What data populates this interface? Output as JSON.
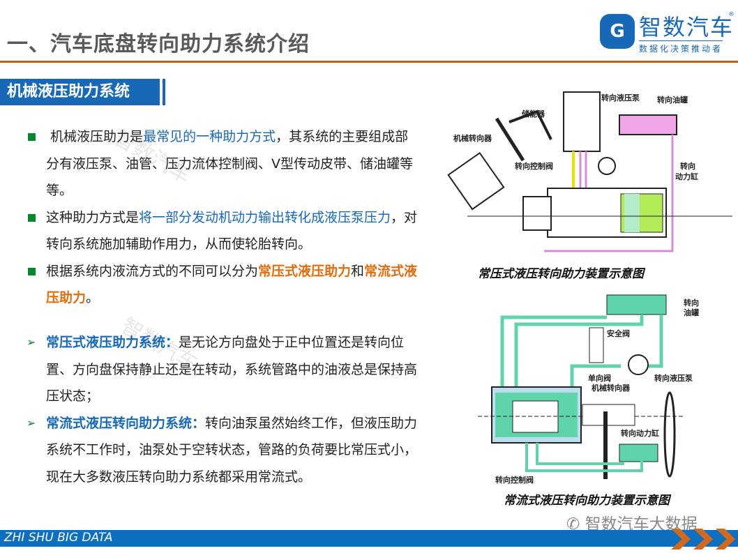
{
  "header": {
    "title": "一、汽车底盘转向助力系统介绍",
    "logo_mark": "G",
    "logo_name": "智数汽车",
    "logo_reg": "®",
    "logo_slogan": "数据化决策推动者"
  },
  "section": {
    "title": "机械液压助力系统"
  },
  "bullets": [
    {
      "parts": [
        "机械液压助力是",
        "最常见的一种助力方式",
        "，其系统的主要组成部分有液压泵、油管、压力流体控制阀、V型传动皮带、储油罐等等。"
      ]
    },
    {
      "parts": [
        "这种助力方式是",
        "将一部分发动机动力输出转化成液压泵压力",
        "，对转向系统施加辅助作用力，从而使轮胎转向。"
      ]
    },
    {
      "parts": [
        "根据系统内液流方式的不同可以分为",
        "常压式液压助力",
        "和",
        "常流式液压助力",
        "。"
      ]
    }
  ],
  "arrows": [
    {
      "term": "常压式液压助力系统：",
      "text": "是无论方向盘处于正中位置还是转向位置、方向盘保持静止还是在转动，系统管路中的油液总是保持高压状态；"
    },
    {
      "term": "常流式液压转向助力系统：",
      "text": "转向油泵虽然始终工作，但液压助力系统不工作时，油泵处于空转状态，管路的负荷要比常压式小，现在大多数液压转向助力系统都采用常流式。"
    }
  ],
  "diagram1": {
    "caption": "常压式液压转向助力装置示意图",
    "labels": {
      "accumulator": "储能器",
      "pump": "转向液压泵",
      "tank": "转向油罐",
      "gear": "机械转向器",
      "valve": "转向控制阀",
      "cyl1": "转向",
      "cyl2": "动力缸"
    }
  },
  "diagram2": {
    "caption": "常流式液压转向助力装置示意图",
    "labels": {
      "tank1": "转向",
      "tank2": "油罐",
      "safety": "安全阀",
      "check": "单向阀",
      "pump": "转向液压泵",
      "gear": "机械转向器",
      "cyl": "转向动力缸",
      "valve": "转向控制阀"
    }
  },
  "footer": {
    "brand": "ZHI SHU BIG DATA",
    "wechat": "智数汽车大数据"
  },
  "colors": {
    "blue": "#1769b8",
    "orange": "#e46c0a",
    "rule": "#c55a11",
    "green": "#00882c"
  }
}
